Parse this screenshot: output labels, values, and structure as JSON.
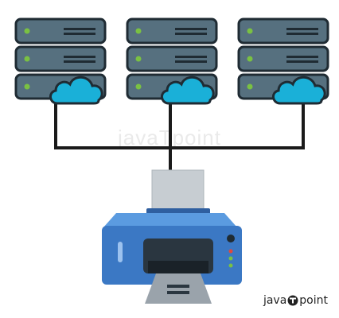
{
  "diagram": {
    "servers": [
      {
        "id": "server-1"
      },
      {
        "id": "server-2"
      },
      {
        "id": "server-3"
      }
    ],
    "printer": {
      "id": "printer"
    },
    "colors": {
      "server_body": "#56707f",
      "server_edge": "#1f2b33",
      "server_led": "#7ac142",
      "cloud": "#1ab0d8",
      "cable": "#1a1a1a",
      "printer_blue": "#3b78c4",
      "printer_light": "#5b9be0",
      "paper": "#c7cdd2",
      "tray": "#9aa3ab"
    }
  },
  "watermark": {
    "text": "javaTpoint"
  },
  "brand": {
    "left": "java",
    "right": "point"
  }
}
